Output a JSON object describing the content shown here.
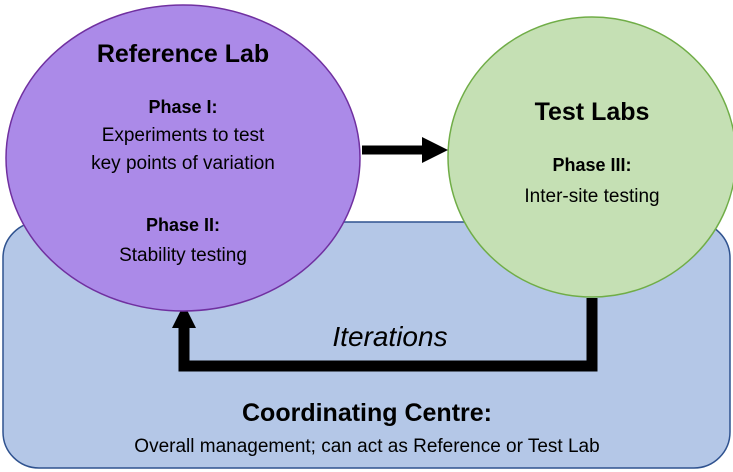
{
  "coordinating_centre": {
    "title": "Coordinating Centre:",
    "subtitle": "Overall management; can act as Reference or Test Lab",
    "fill": "#b4c7e7",
    "stroke": "#2f528f"
  },
  "reference_lab": {
    "title": "Reference Lab",
    "phase1_label": "Phase I:",
    "phase1_line1": "Experiments to test",
    "phase1_line2": "key points of variation",
    "phase2_label": "Phase II:",
    "phase2_line1": "Stability testing",
    "fill": "#ab8ae8",
    "stroke": "#7030a0"
  },
  "test_labs": {
    "title": "Test Labs",
    "phase3_label": "Phase III:",
    "phase3_line1": "Inter-site testing",
    "fill": "#c5e0b4",
    "stroke": "#70ad47"
  },
  "iterations_label": "Iterations"
}
